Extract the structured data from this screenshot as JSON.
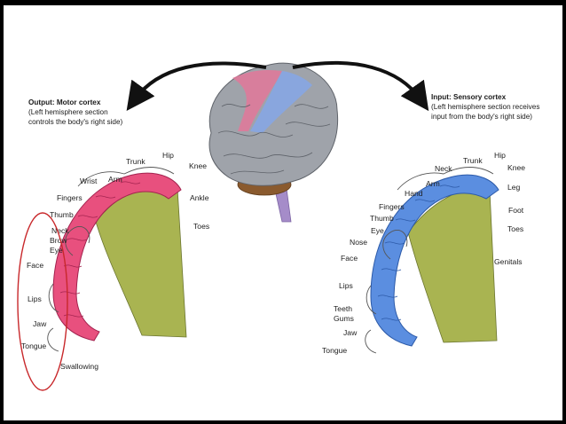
{
  "motor": {
    "title": "Output: Motor cortex",
    "desc1": "(Left hemisphere section",
    "desc2": "controls the body's right side)",
    "labels": {
      "trunk": "Trunk",
      "hip": "Hip",
      "knee": "Knee",
      "wrist": "Wrist",
      "arm": "Arm",
      "fingers": "Fingers",
      "ankle": "Ankle",
      "thumb": "Thumb",
      "toes": "Toes",
      "neck": "Neck",
      "brow": "Brow",
      "eye": "Eye",
      "face": "Face",
      "lips": "Lips",
      "jaw": "Jaw",
      "tongue": "Tongue",
      "swallowing": "Swallowing"
    }
  },
  "sensory": {
    "title": "Input: Sensory cortex",
    "desc1": "(Left hemisphere section receives",
    "desc2": "input from the body's right side)",
    "labels": {
      "trunk": "Trunk",
      "hip": "Hip",
      "neck": "Neck",
      "knee": "Knee",
      "arm": "Arm",
      "leg": "Leg",
      "hand": "Hand",
      "fingers": "Fingers",
      "foot": "Foot",
      "thumb": "Thumb",
      "eye": "Eye",
      "toes": "Toes",
      "nose": "Nose",
      "face": "Face",
      "genitals": "Genitals",
      "lips": "Lips",
      "teeth": "Teeth",
      "gums": "Gums",
      "jaw": "Jaw",
      "tongue": "Tongue"
    }
  },
  "colors": {
    "motor_cortex": "#e8507e",
    "sensory_cortex": "#5b8ee0",
    "white_matter": "#a9b451",
    "brain": "#9a9ea6",
    "highlight_oval": "#c8282b"
  }
}
